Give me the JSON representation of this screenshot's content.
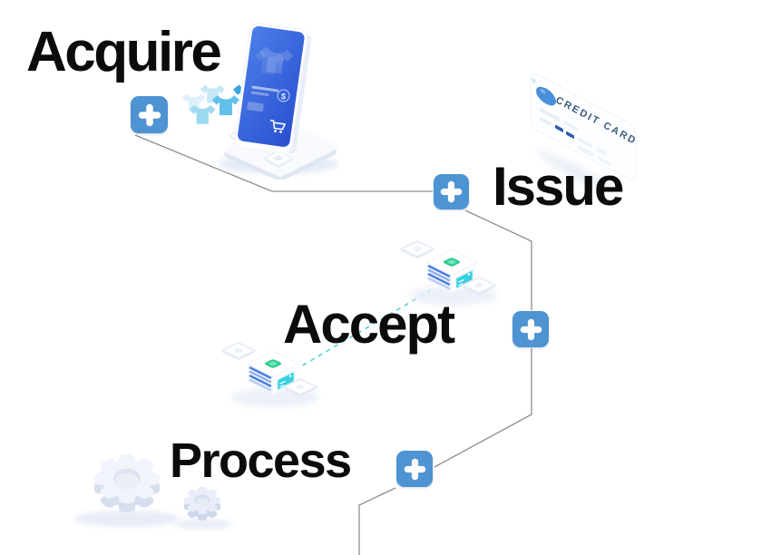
{
  "steps": [
    {
      "id": "acquire",
      "label": "Acquire"
    },
    {
      "id": "issue",
      "label": "Issue"
    },
    {
      "id": "accept",
      "label": "Accept"
    },
    {
      "id": "process",
      "label": "Process"
    }
  ],
  "card": {
    "brand_text": "CREDIT CARD"
  },
  "phone_screen": {
    "currency_symbol": "$"
  },
  "icons": {
    "plus": "+",
    "tshirt": "t-shirt",
    "credit_card": "credit-card",
    "server": "server",
    "gear": "gear",
    "cart": "shopping-cart",
    "dollar": "$"
  },
  "colors": {
    "accent_blue": "#4e93d2",
    "connector_gray": "#8d8d8d",
    "label_black": "#0b0b0b",
    "link_teal": "#54cede",
    "screen_blue_top": "#4b7ee8",
    "screen_blue_bottom": "#2a4fd0",
    "card_text_navy": "#3c5a7d",
    "chip_green": "#2ecc8f"
  }
}
